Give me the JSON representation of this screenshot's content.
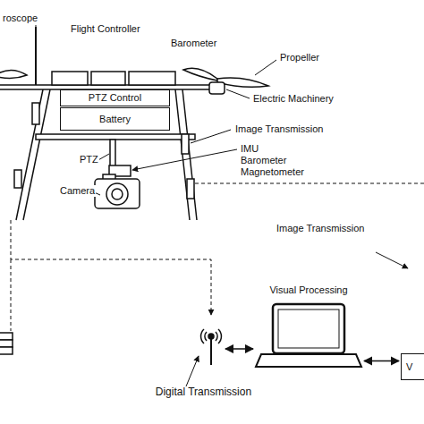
{
  "diagram": {
    "nodes": [
      {
        "text": [
          "PTZ Control"
        ]
      },
      {
        "text": [
          "Battery"
        ]
      },
      {
        "text": [
          "Visual Processing"
        ]
      },
      {
        "text": [
          "Digital Transmission"
        ]
      },
      {
        "text": [
          "V"
        ]
      }
    ],
    "edges": [
      {
        "from": 3,
        "to": 2,
        "arrow": "both"
      },
      {
        "from": 2,
        "to": 4,
        "arrow": "both"
      }
    ],
    "labels": [
      "roscope",
      "Flight Controller",
      "Barometer",
      "Propeller",
      "Electric Machinery",
      "Image Transmission",
      "IMU",
      "Barometer",
      "Magnetometer",
      "PTZ",
      "Camera",
      "Image Transmission"
    ]
  }
}
